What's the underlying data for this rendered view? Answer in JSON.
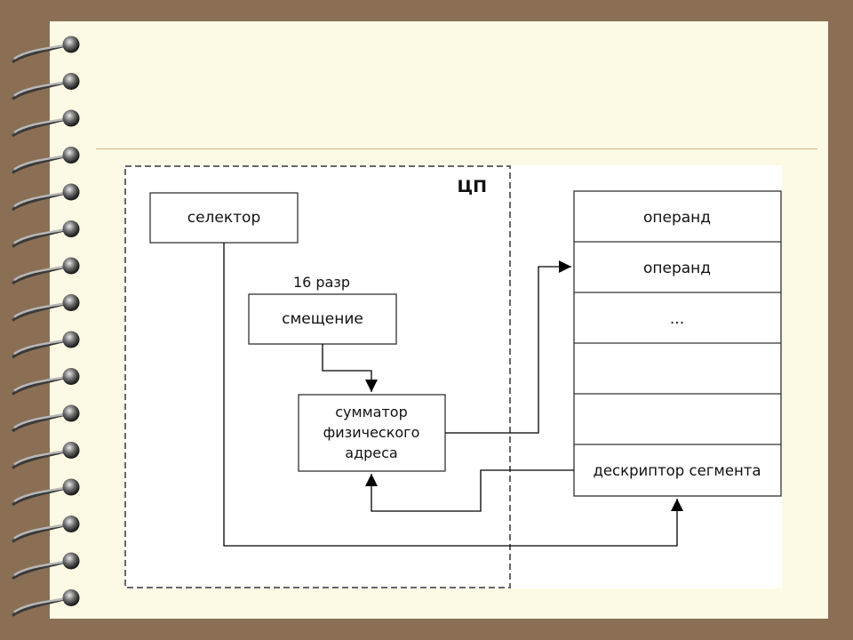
{
  "diagram": {
    "cpu_label": "ЦП",
    "selector": "селектор",
    "width_note": "16 разр",
    "offset": "смещение",
    "adder_lines": [
      "сумматор",
      "физического",
      "адреса"
    ],
    "memory_cells": [
      "операнд",
      "операнд",
      "...",
      "",
      "",
      "дескриптор сегмента"
    ]
  }
}
